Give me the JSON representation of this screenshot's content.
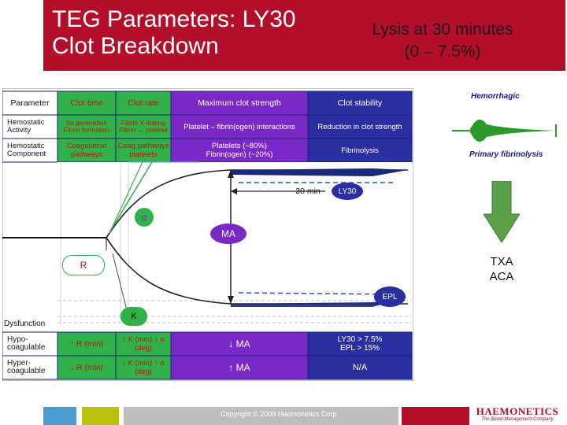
{
  "slide": {
    "title": "TEG Parameters: LY30 Clot Breakdown",
    "subtitle_line1": "Lysis at 30 minutes",
    "subtitle_line2": "(0 – 7.5%)"
  },
  "colors": {
    "title_bar": "#b30e2a",
    "header_navy": "#2a2ea0",
    "green": "#2fb24a",
    "purple": "#7a28c8",
    "arrow_green": "#5aa14a"
  },
  "teg_table": {
    "header": [
      "Parameter",
      "Clot time",
      "Clot rate",
      "Maximum clot strength",
      "Clot stability"
    ],
    "hemostatic_activity": {
      "label": "Hemostatic Activity",
      "clot_time": "IIa generation Fibrin formation",
      "clot_rate": "Fibrin X-linking Fibrin ↔ platelet",
      "max_strength": "Platelet – fibrin(ogen) interactions",
      "stability": "Reduction in clot strength"
    },
    "hemostatic_component": {
      "label": "Hemostatic Component",
      "clot_time": "Coagulation pathways",
      "clot_rate": "Coag pathways platelets",
      "max_strength": "Platelets (~80%) Fibrin(ogen) (~20%)",
      "stability": "Fibrinolysis"
    },
    "dysfunction_label": "Dysfunction",
    "hypo": {
      "label": "Hypo-coagulable",
      "r": "↑ R (min)",
      "k_alpha": "↑ K (min) ↓ α (deg)",
      "ma": "↓ MA",
      "stability": "LY30 > 7.5% EPL > 15%"
    },
    "hyper": {
      "label": "Hyper-coagulable",
      "r": "↓ R (min)",
      "k_alpha": "↓ K (min) ↑ α (deg)",
      "ma": "↑ MA",
      "stability": "N/A"
    }
  },
  "tracing": {
    "alpha_label": "α",
    "ma_label": "MA",
    "r_label": "R",
    "k_label": "K",
    "ly30_label": "LY30",
    "thirty_min_label": "30 min",
    "epl_label": "EPL"
  },
  "right_panel": {
    "hemorrhagic_label": "Hemorrhagic",
    "primary_label": "Primary fibrinolysis",
    "treatment_line1": "TXA",
    "treatment_line2": "ACA"
  },
  "footer": {
    "copyright": "Copyright © 2009 Haemonetics Corp.",
    "logo_text": "HAEMONETICS",
    "logo_tagline": "The Blood Management Company"
  }
}
